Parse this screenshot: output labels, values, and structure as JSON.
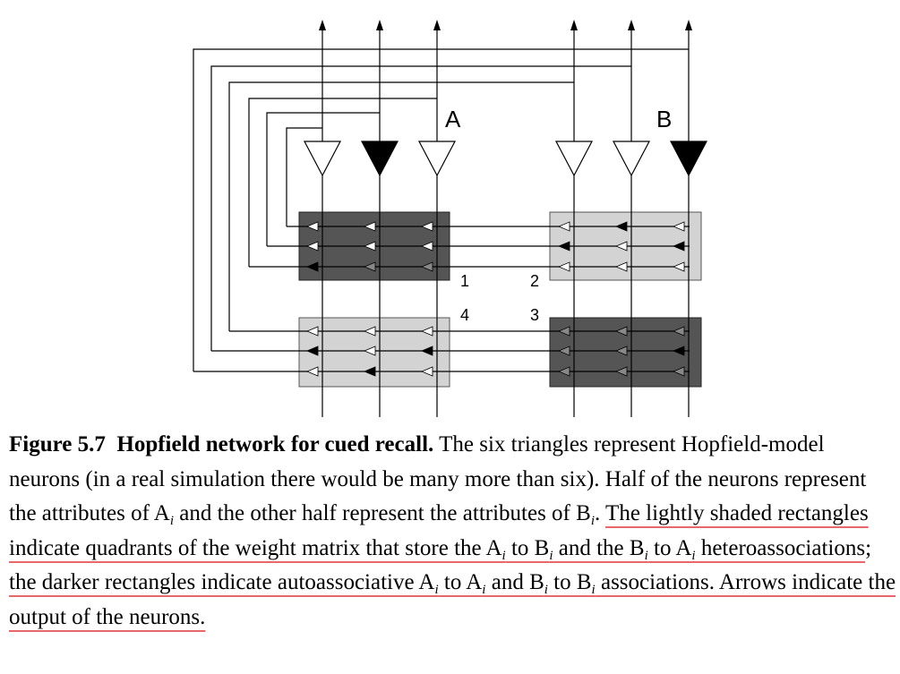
{
  "figure": {
    "group_a_label": "A",
    "group_b_label": "B",
    "quadrant_numbers": [
      "1",
      "2",
      "3",
      "4"
    ],
    "colors": {
      "dark_quadrant": "#555555",
      "light_quadrant": "#d3d3d3",
      "line": "#000000",
      "underline": "#e8676b"
    }
  },
  "caption": {
    "figure_number": "Figure 5.7",
    "title": "Hopfield network for cued recall.",
    "s1": "The six triangles represent Hopfield-model neurons (in a real simulation there would be many more than six). Half of the neurons represent the attributes of A",
    "s2": " and the other half represent the attributes of B",
    "s3": ".",
    "h1a": "The lightly shaded rectangles indicate quadrants of the weight matrix that store the A",
    "h1b": " to B",
    "h1c": " and the B",
    "h1d": " to A",
    "h1e": " heteroassociations",
    "semi": ";",
    "h2a": "the darker rectangles indicate autoassociative A",
    "h2b": " to A",
    "h2c": " and B",
    "h2d": " to B",
    "h2e": " associations. Arrows indicate the output of the neurons.",
    "sub": "i"
  }
}
